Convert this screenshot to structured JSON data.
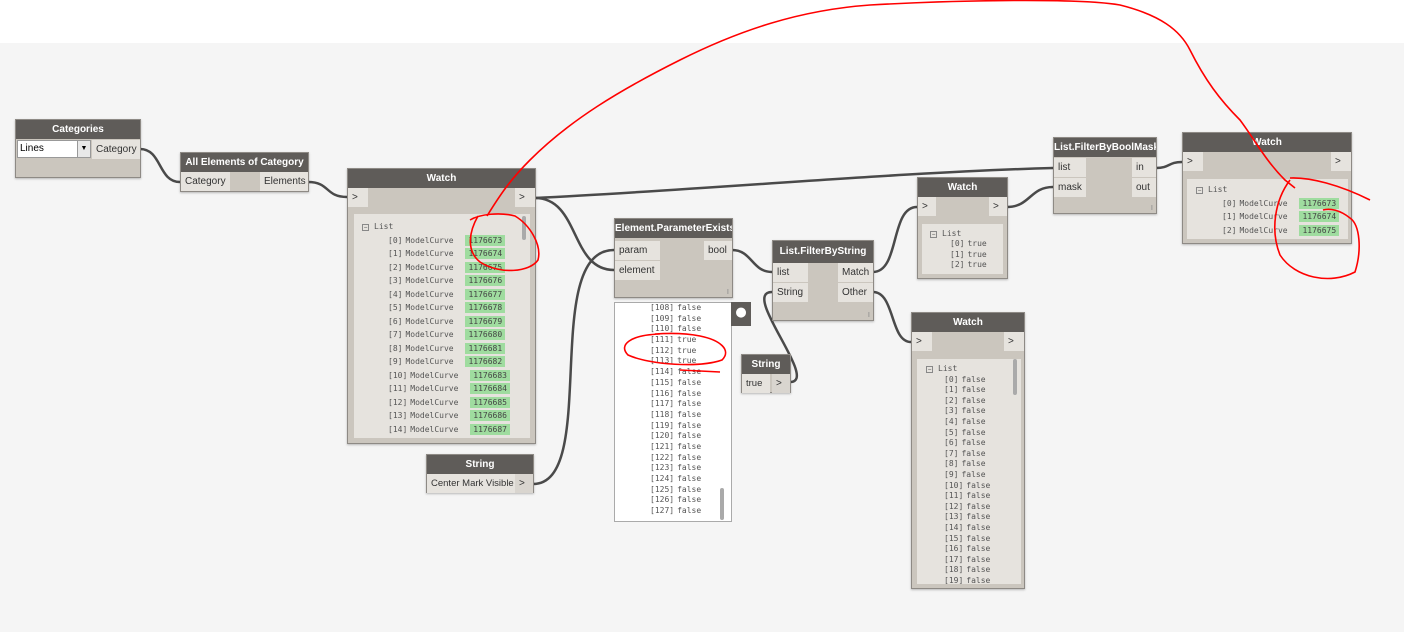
{
  "nodes": {
    "categories": {
      "title": "Categories",
      "dropdown_value": "Lines",
      "output": "Category"
    },
    "all_elements": {
      "title": "All Elements of Category",
      "input": "Category",
      "output": "Elements"
    },
    "watch1": {
      "title": "Watch",
      "in": ">",
      "out": ">",
      "list_label": "List",
      "items": [
        [
          "[0]",
          "ModelCurve",
          "1176673"
        ],
        [
          "[1]",
          "ModelCurve",
          "1176674"
        ],
        [
          "[2]",
          "ModelCurve",
          "1176675"
        ],
        [
          "[3]",
          "ModelCurve",
          "1176676"
        ],
        [
          "[4]",
          "ModelCurve",
          "1176677"
        ],
        [
          "[5]",
          "ModelCurve",
          "1176678"
        ],
        [
          "[6]",
          "ModelCurve",
          "1176679"
        ],
        [
          "[7]",
          "ModelCurve",
          "1176680"
        ],
        [
          "[8]",
          "ModelCurve",
          "1176681"
        ],
        [
          "[9]",
          "ModelCurve",
          "1176682"
        ],
        [
          "[10]",
          "ModelCurve",
          "1176683"
        ],
        [
          "[11]",
          "ModelCurve",
          "1176684"
        ],
        [
          "[12]",
          "ModelCurve",
          "1176685"
        ],
        [
          "[13]",
          "ModelCurve",
          "1176686"
        ],
        [
          "[14]",
          "ModelCurve",
          "1176687"
        ]
      ]
    },
    "string1": {
      "title": "String",
      "value": "Center Mark Visible",
      "out": ">"
    },
    "param_exists": {
      "title": "Element.ParameterExists",
      "input1": "param",
      "input2": "element",
      "output": "bool",
      "preview": [
        [
          "[108]",
          "false"
        ],
        [
          "[109]",
          "false"
        ],
        [
          "[110]",
          "false"
        ],
        [
          "[111]",
          "true"
        ],
        [
          "[112]",
          "true"
        ],
        [
          "[113]",
          "true"
        ],
        [
          "[114]",
          "false"
        ],
        [
          "[115]",
          "false"
        ],
        [
          "[116]",
          "false"
        ],
        [
          "[117]",
          "false"
        ],
        [
          "[118]",
          "false"
        ],
        [
          "[119]",
          "false"
        ],
        [
          "[120]",
          "false"
        ],
        [
          "[121]",
          "false"
        ],
        [
          "[122]",
          "false"
        ],
        [
          "[123]",
          "false"
        ],
        [
          "[124]",
          "false"
        ],
        [
          "[125]",
          "false"
        ],
        [
          "[126]",
          "false"
        ],
        [
          "[127]",
          "false"
        ]
      ]
    },
    "string2": {
      "title": "String",
      "value": "true",
      "out": ">"
    },
    "filter_by_string": {
      "title": "List.FilterByString",
      "input1": "list",
      "input2": "String",
      "output1": "Match",
      "output2": "Other"
    },
    "watch_small": {
      "title": "Watch",
      "in": ">",
      "out": ">",
      "list_label": "List",
      "items": [
        [
          "[0]",
          "true"
        ],
        [
          "[1]",
          "true"
        ],
        [
          "[2]",
          "true"
        ]
      ]
    },
    "bool_mask": {
      "title": "List.FilterByBoolMask",
      "input1": "list",
      "input2": "mask",
      "output1": "in",
      "output2": "out"
    },
    "watch_right": {
      "title": "Watch",
      "in": ">",
      "out": ">",
      "list_label": "List",
      "items": [
        [
          "[0]",
          "ModelCurve",
          "1176673"
        ],
        [
          "[1]",
          "ModelCurve",
          "1176674"
        ],
        [
          "[2]",
          "ModelCurve",
          "1176675"
        ]
      ]
    },
    "watch_bottom": {
      "title": "Watch",
      "in": ">",
      "out": ">",
      "list_label": "List",
      "items": [
        [
          "[0]",
          "false"
        ],
        [
          "[1]",
          "false"
        ],
        [
          "[2]",
          "false"
        ],
        [
          "[3]",
          "false"
        ],
        [
          "[4]",
          "false"
        ],
        [
          "[5]",
          "false"
        ],
        [
          "[6]",
          "false"
        ],
        [
          "[7]",
          "false"
        ],
        [
          "[8]",
          "false"
        ],
        [
          "[9]",
          "false"
        ],
        [
          "[10]",
          "false"
        ],
        [
          "[11]",
          "false"
        ],
        [
          "[12]",
          "false"
        ],
        [
          "[13]",
          "false"
        ],
        [
          "[14]",
          "false"
        ],
        [
          "[15]",
          "false"
        ],
        [
          "[16]",
          "false"
        ],
        [
          "[17]",
          "false"
        ],
        [
          "[18]",
          "false"
        ],
        [
          "[19]",
          "false"
        ]
      ]
    }
  },
  "colors": {
    "header": "#5f5c59",
    "body": "#cbc6be",
    "id_badge": "#9fdc9f",
    "annotation": "#ff0000",
    "wire": "#444444"
  }
}
